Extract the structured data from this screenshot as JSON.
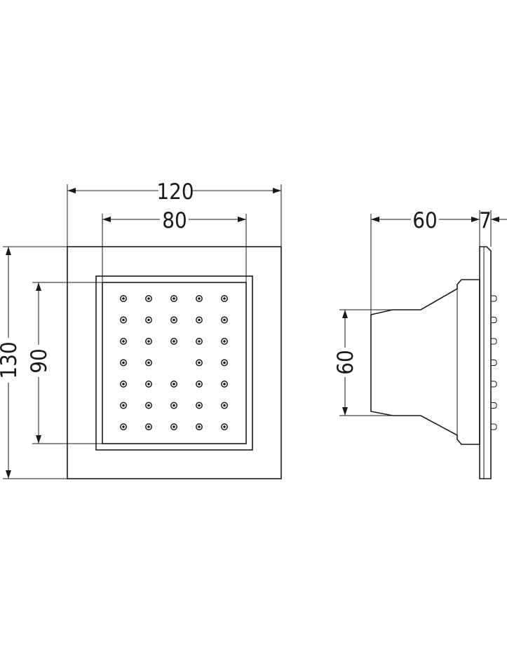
{
  "front_view": {
    "dim_outer_width": "120",
    "dim_inner_width": "80",
    "dim_outer_height": "130",
    "dim_inner_height": "90",
    "nozzle_rows": 7,
    "nozzle_cols": 5,
    "missing_nozzles": [
      [
        3,
        2
      ]
    ]
  },
  "side_view": {
    "dim_body_depth": "60",
    "dim_plate_thickness": "7",
    "dim_body_height": "60",
    "nozzle_count": 7
  },
  "colors": {
    "line": "#1a1a1a",
    "background": "#ffffff"
  }
}
